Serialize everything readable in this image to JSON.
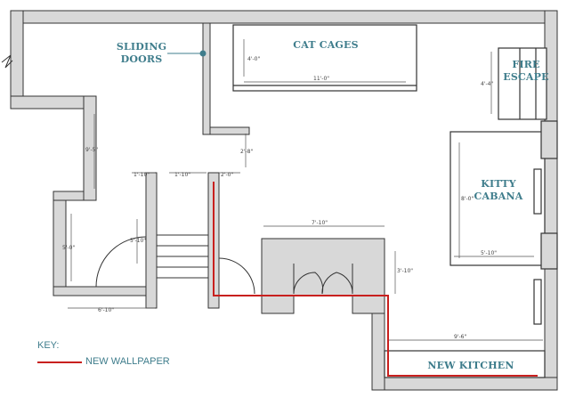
{
  "labels": {
    "sliding_doors_line1": "SLIDING",
    "sliding_doors_line2": "DOORS",
    "cat_cages": "CAT CAGES",
    "fire_escape_line1": "FIRE",
    "fire_escape_line2": "ESCAPE",
    "kitty_cabana_line1": "KITTY",
    "kitty_cabana_line2": "CABANA",
    "new_kitchen": "NEW KITCHEN"
  },
  "key": {
    "title": "KEY:",
    "new_wallpaper": "NEW WALLPAPER"
  },
  "dimensions": {
    "cat_cages_width": "11'-0\"",
    "cat_cages_depth": "4'-0\"",
    "fire_escape": "4'-4\"",
    "kitty_cabana_height": "8'-0\"",
    "kitty_cabana_width": "5'-10\"",
    "left_wall": "9'-5\"",
    "left_closet": "5'-0\"",
    "left_bottom": "6'-10\"",
    "hall_a": "1'-10\"",
    "hall_b": "1'-10\"",
    "hall_c": "2'-0\"",
    "hall_vert": "2'-8\"",
    "stair": "5'-10\"",
    "center_island": "7'-10\"",
    "center_right": "3'-10\"",
    "kitchen_width": "9'-6\""
  },
  "colors": {
    "wall_fill": "#d8d8d8",
    "wall_stroke": "#333333",
    "wallpaper_line": "#c8201e",
    "label_teal": "#3f7d8c",
    "callout_dot": "#3f7d8c"
  }
}
